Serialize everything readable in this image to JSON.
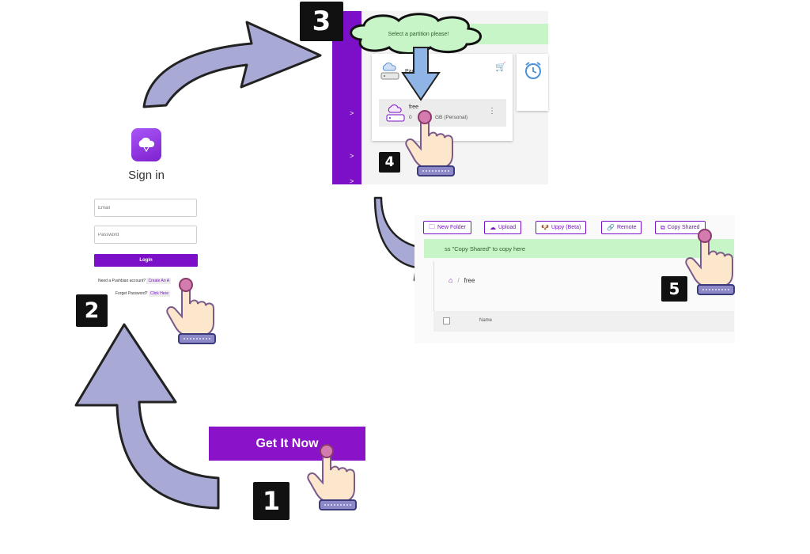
{
  "signin": {
    "title": "Sign in",
    "email_placeholder": "Email",
    "password_placeholder": "Password",
    "login_label": "Login",
    "account_prompt": "Need a Pushbian account?",
    "create_link": "Create An A",
    "forgot_prompt": "Forget Password?",
    "click_here": "Click Here"
  },
  "partition": {
    "alert_text": "Select a partition please!",
    "card_title": "Partitions",
    "partition_name": "free",
    "partition_info_start": "0",
    "partition_info_end": "GB (Personal)",
    "menu_glyph": "⋮",
    "sidebar_chevrons": [
      ">",
      ">",
      ">"
    ]
  },
  "file_manager": {
    "buttons": [
      "New Folder",
      "Upload",
      "Uppy (Beta)",
      "Remote",
      "Copy Shared"
    ],
    "alert_text": "ss \"Copy Shared\" to copy here",
    "breadcrumb_sep": "/",
    "breadcrumb_folder": "free",
    "column_name": "Name"
  },
  "cta": {
    "get_it_now": "Get It Now"
  },
  "steps": [
    "1",
    "2",
    "3",
    "4",
    "5"
  ],
  "colors": {
    "brand_purple": "#7b10c8",
    "arrow_fill": "#a9a9d6",
    "success_green": "#c8f5c8"
  },
  "icons": [
    "cloud-icon",
    "drive-icon",
    "cart-icon",
    "alarm-clock-icon",
    "home-icon",
    "folder-icon",
    "upload-icon",
    "link-icon",
    "copy-icon",
    "pointer-hand-icon"
  ]
}
